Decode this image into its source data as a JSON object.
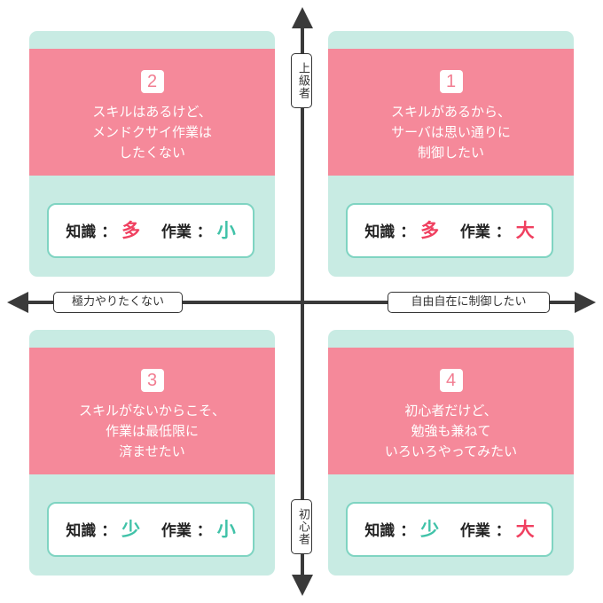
{
  "quadrants": [
    {
      "number": "1",
      "description": "スキルがあるから、\nサーバは思い通りに\n制御したい",
      "knowledge_label": "知識",
      "knowledge_value": "多",
      "work_label": "作業",
      "work_value": "大"
    },
    {
      "number": "2",
      "description": "スキルはあるけど、\nメンドクサイ作業は\nしたくない",
      "knowledge_label": "知識",
      "knowledge_value": "多",
      "work_label": "作業",
      "work_value": "小"
    },
    {
      "number": "3",
      "description": "スキルがないからこそ、\n作業は最低限に\n済ませたい",
      "knowledge_label": "知識",
      "knowledge_value": "少",
      "work_label": "作業",
      "work_value": "小"
    },
    {
      "number": "4",
      "description": "初心者だけど、\n勉強も兼ねて\nいろいろやってみたい",
      "knowledge_label": "知識",
      "knowledge_value": "少",
      "work_label": "作業",
      "work_value": "大"
    }
  ],
  "axes": {
    "top": "上級者",
    "bottom": "初心者",
    "left": "極力やりたくない",
    "right": "自由自在に制御したい"
  },
  "separator": "："
}
